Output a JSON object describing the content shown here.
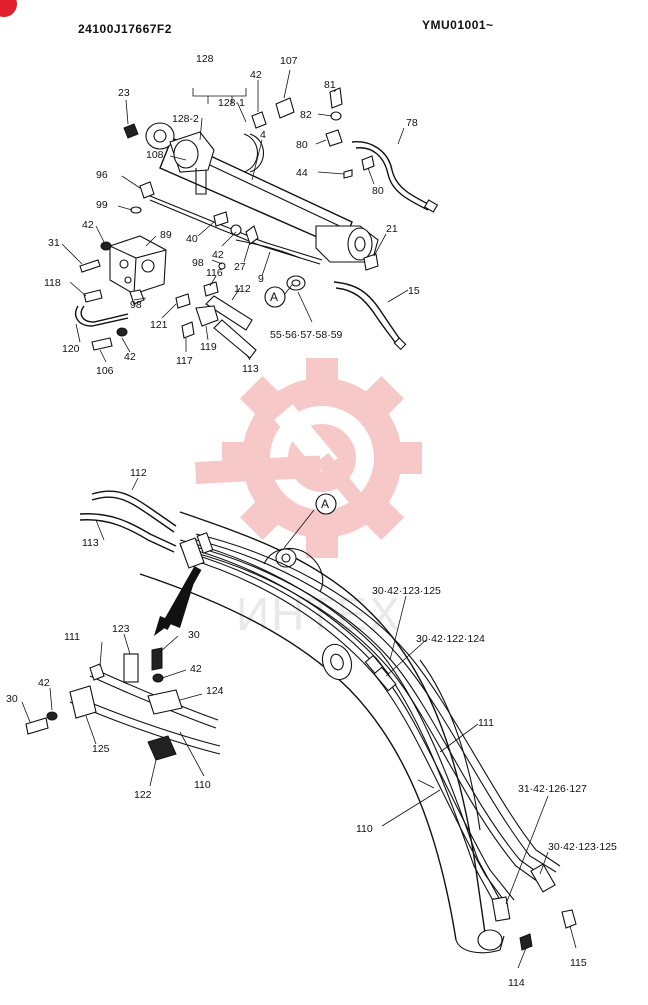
{
  "header": {
    "part_number": "24100J17667F2",
    "serial_range": "YMU01001~"
  },
  "colors": {
    "line": "#111111",
    "watermark": "#f5b5b5",
    "corner_badge": "#e0202a"
  },
  "watermark_icon": "gear-wrench-icon",
  "watermark_text": "ИНТЕХ",
  "detail_marker": "A",
  "labels": {
    "l128": "128",
    "l128_1": "128-1",
    "l128_2": "128-2",
    "l42a": "42",
    "l107": "107",
    "l23": "23",
    "l4": "4",
    "l81": "81",
    "l82": "82",
    "l80a": "80",
    "l80b": "80",
    "l78": "78",
    "l108": "108",
    "l44": "44",
    "l96": "96",
    "l99": "99",
    "l42b": "42",
    "l89": "89",
    "l40": "40",
    "l42c": "42",
    "l31": "31",
    "l21": "21",
    "l27": "27",
    "l9": "9",
    "l98a": "98",
    "l116": "116",
    "l118": "118",
    "l112a": "112",
    "l15": "15",
    "l98b": "98",
    "l121": "121",
    "l120": "120",
    "l42d": "42",
    "l106": "106",
    "l117": "117",
    "l119": "119",
    "l113a": "113",
    "l55": "55·56·57·58·59",
    "l112b": "112",
    "l113b": "113",
    "l30_42_123_125a": "30·42·123·125",
    "l30_42_122_124": "30·42·122·124",
    "l111a": "111",
    "l123": "123",
    "l30a": "30",
    "l42e": "42",
    "l124": "124",
    "l30b": "30",
    "l42f": "42",
    "l125": "125",
    "l122": "122",
    "l110a": "110",
    "l110b": "110",
    "l111b": "111",
    "l31_42_126_127": "31·42·126·127",
    "l30_42_123_125b": "30·42·123·125",
    "l114": "114",
    "l115": "115"
  }
}
